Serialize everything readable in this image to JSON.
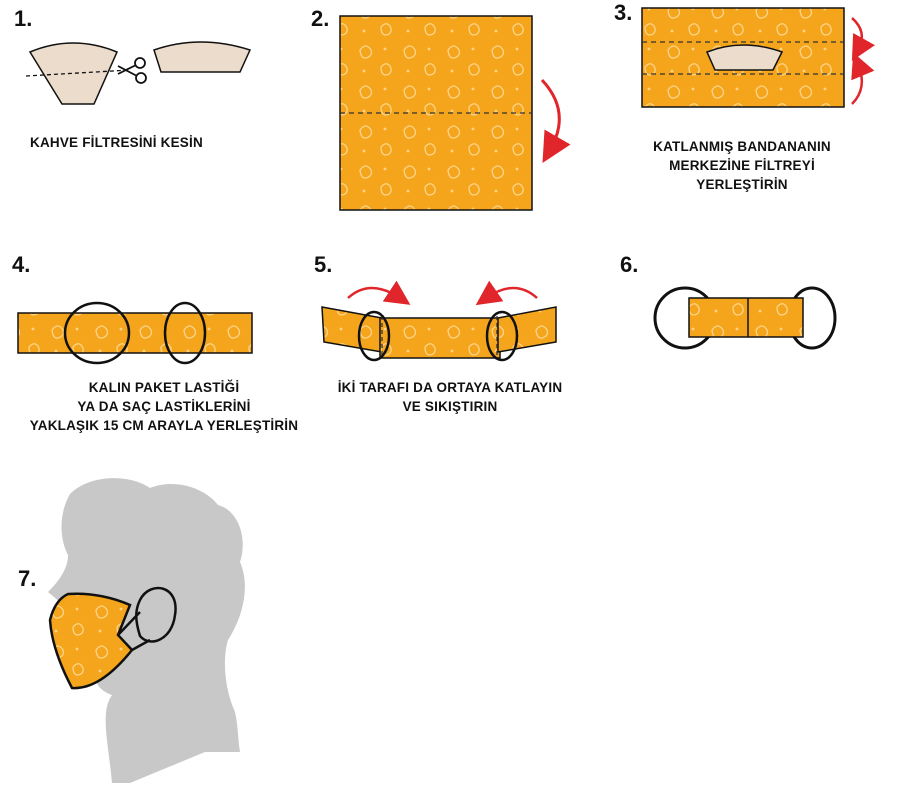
{
  "steps": [
    {
      "number": "1.",
      "caption_lines": [
        "KAHVE FİLTRESİNİ KESİN"
      ]
    },
    {
      "number": "2.",
      "caption_lines": []
    },
    {
      "number": "3.",
      "caption_lines": [
        "KATLANMIŞ BANDANANIN",
        "MERKEZİNE FİLTREYİ",
        "YERLEŞTİRİN"
      ]
    },
    {
      "number": "4.",
      "caption_lines": [
        "KALIN PAKET LASTİĞİ",
        "YA DA SAÇ LASTİKLERİNİ",
        "YAKLAŞIK 15 CM ARAYLA YERLEŞTİRİN"
      ]
    },
    {
      "number": "5.",
      "caption_lines": [
        "İKİ TARAFI DA ORTAYA KATLAYIN",
        "VE SIKIŞTIRIN"
      ]
    },
    {
      "number": "6.",
      "caption_lines": []
    },
    {
      "number": "7.",
      "caption_lines": []
    }
  ],
  "colors": {
    "bandana": "#F5A51C",
    "paisley": "#FCD58A",
    "filter": "#ECDCCB",
    "arrow": "#E0262B",
    "silhouette": "#C8C8C8",
    "outline": "#111111"
  }
}
